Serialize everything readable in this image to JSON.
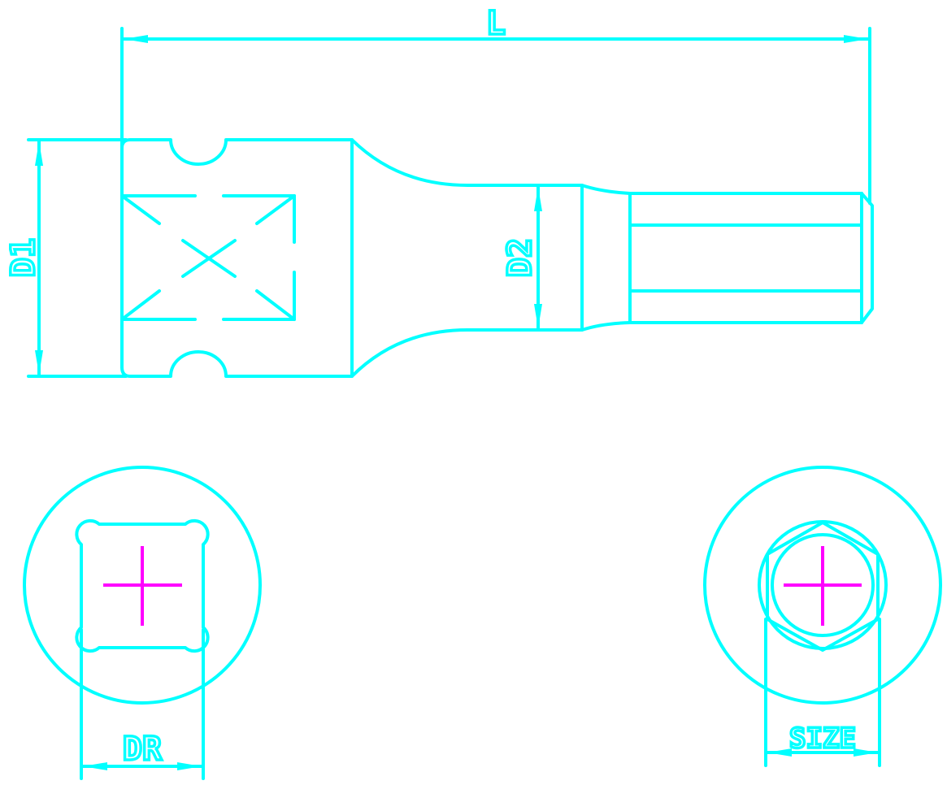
{
  "labels": {
    "length": "L",
    "diameter1": "D1",
    "diameter2": "D2",
    "drive": "DR",
    "size": "SIZE"
  },
  "colors": {
    "outline": "#00ffff",
    "centerline": "#ff00ff",
    "background": "#ffffff"
  }
}
